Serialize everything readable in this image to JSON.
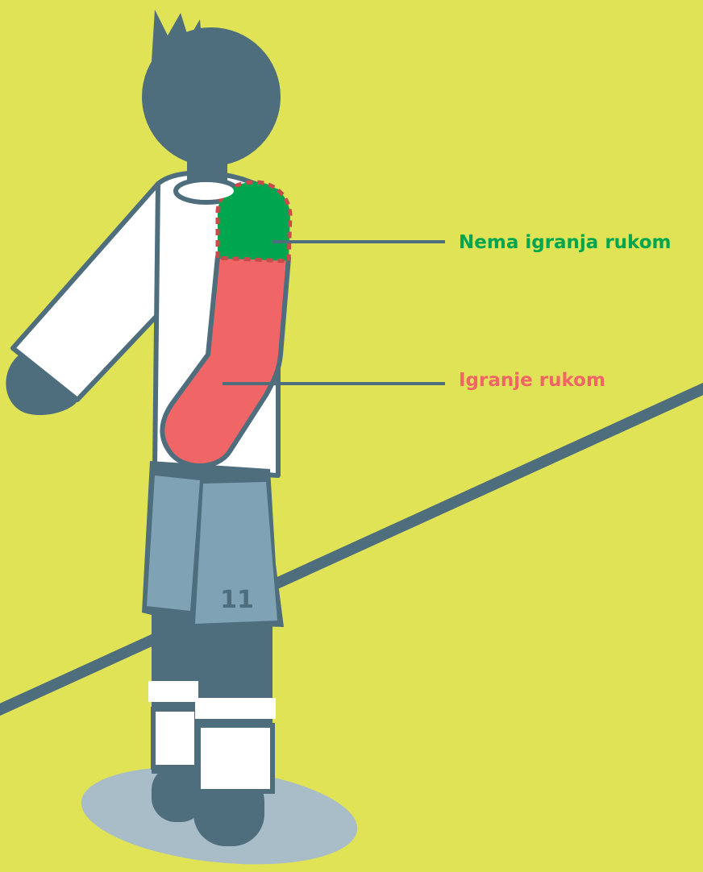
{
  "labels": {
    "no_handball": "Nema igranja rukom",
    "handball": "Igranje rukom"
  },
  "shirt_number": "11",
  "colors": {
    "background": "#dfe355",
    "outline": "#4e6e7e",
    "shorts": "#7fa3b5",
    "shadow": "#a8bdc7",
    "no_handball_zone": "#00a54f",
    "handball_zone": "#f06666",
    "zone_border": "#c94a4a",
    "shirt": "#ffffff"
  },
  "icons": {
    "player": "player-back-view",
    "pitch_line": "touchline"
  }
}
